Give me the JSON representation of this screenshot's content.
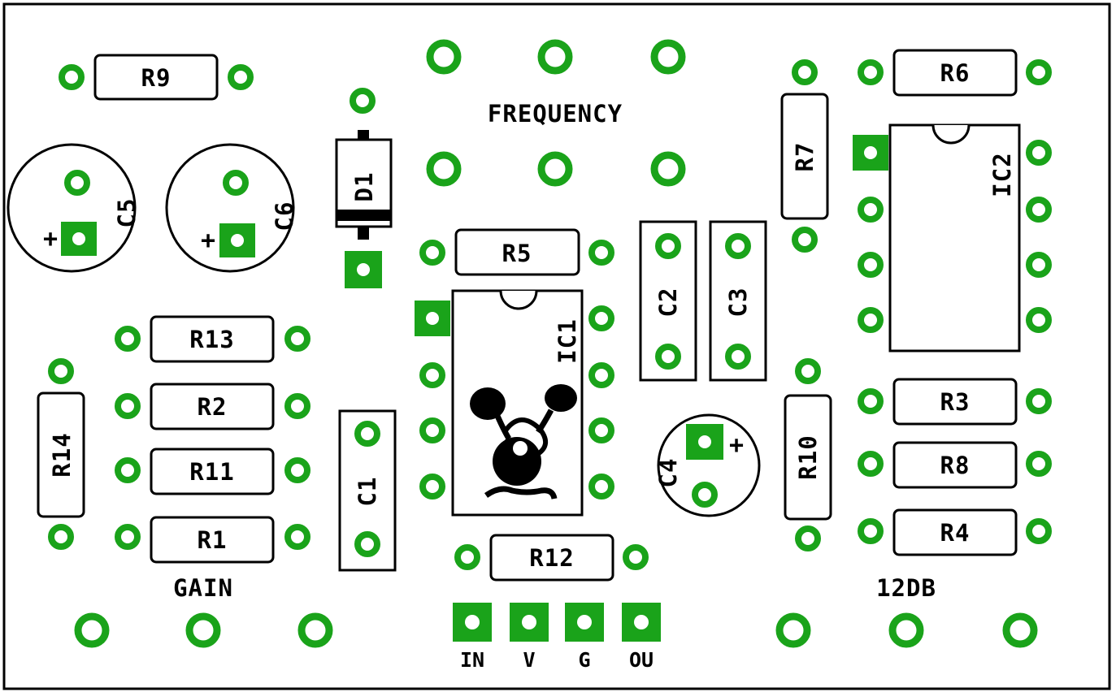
{
  "board": {
    "resistors": [
      "R9",
      "R5",
      "R13",
      "R2",
      "R11",
      "R1",
      "R14",
      "R12",
      "R6",
      "R7",
      "R3",
      "R8",
      "R4",
      "R10"
    ],
    "capacitors": [
      "C1",
      "C2",
      "C3",
      "C4",
      "C5",
      "C6"
    ],
    "diode": "D1",
    "ics": [
      "IC1",
      "IC2"
    ],
    "labels": {
      "frequency": "FREQUENCY",
      "gain": "GAIN",
      "db12": "12DB"
    },
    "connectors": [
      "IN",
      "V",
      "G",
      "OU"
    ],
    "polarity_marker": "+",
    "colors": {
      "pad": "#1aa31a",
      "outline": "#000000",
      "background": "#ffffff"
    }
  }
}
